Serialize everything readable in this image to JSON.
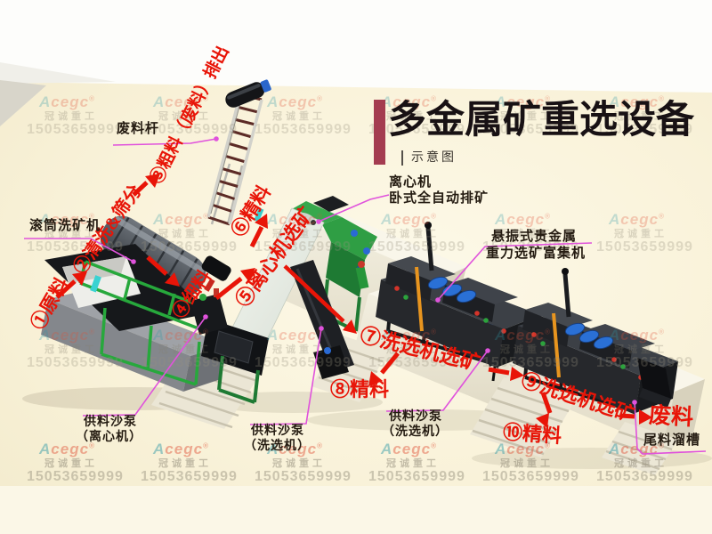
{
  "title": {
    "text": "多金属矿重选设备",
    "subtitle": "示意图",
    "accent_bar_color": "#a43c50"
  },
  "watermark": {
    "brand_initial": "A",
    "brand_rest": "cegc",
    "registered_mark": "®",
    "company": "冠诚重工",
    "phone": "15053659999"
  },
  "flow_labels": [
    {
      "text": "①原料"
    },
    {
      "text": "②清洗&筛分"
    },
    {
      "text": "③粗料（废料）排出"
    },
    {
      "text": "④细料"
    },
    {
      "text": "⑤离心机选矿"
    },
    {
      "text": "⑥精料"
    },
    {
      "text": "⑦洗选机选矿"
    },
    {
      "text": "⑧精料"
    },
    {
      "text": "⑨洗选机选矿"
    },
    {
      "text": "⑩精料"
    },
    {
      "text": "废料"
    }
  ],
  "equipment_labels": [
    {
      "line1": "废料杆"
    },
    {
      "line1": "滚筒洗矿机"
    },
    {
      "line1": "离心机",
      "line2": "卧式全自动排矿"
    },
    {
      "line1": "悬振式贵金属",
      "line2": "重力选矿富集机"
    },
    {
      "line1": "供料沙泵",
      "line2": "（离心机）"
    },
    {
      "line1": "供料沙泵",
      "line2": "（洗选机）"
    },
    {
      "line1": "供料沙泵",
      "line2": "（洗选机）"
    },
    {
      "line1": "尾料溜槽"
    }
  ],
  "colors": {
    "label_red": "#e81508",
    "leader_line_magenta": "#e052dc",
    "machine_green": "#2f9e44",
    "floor_cream": "#faf3dc",
    "title_text": "#181114"
  }
}
